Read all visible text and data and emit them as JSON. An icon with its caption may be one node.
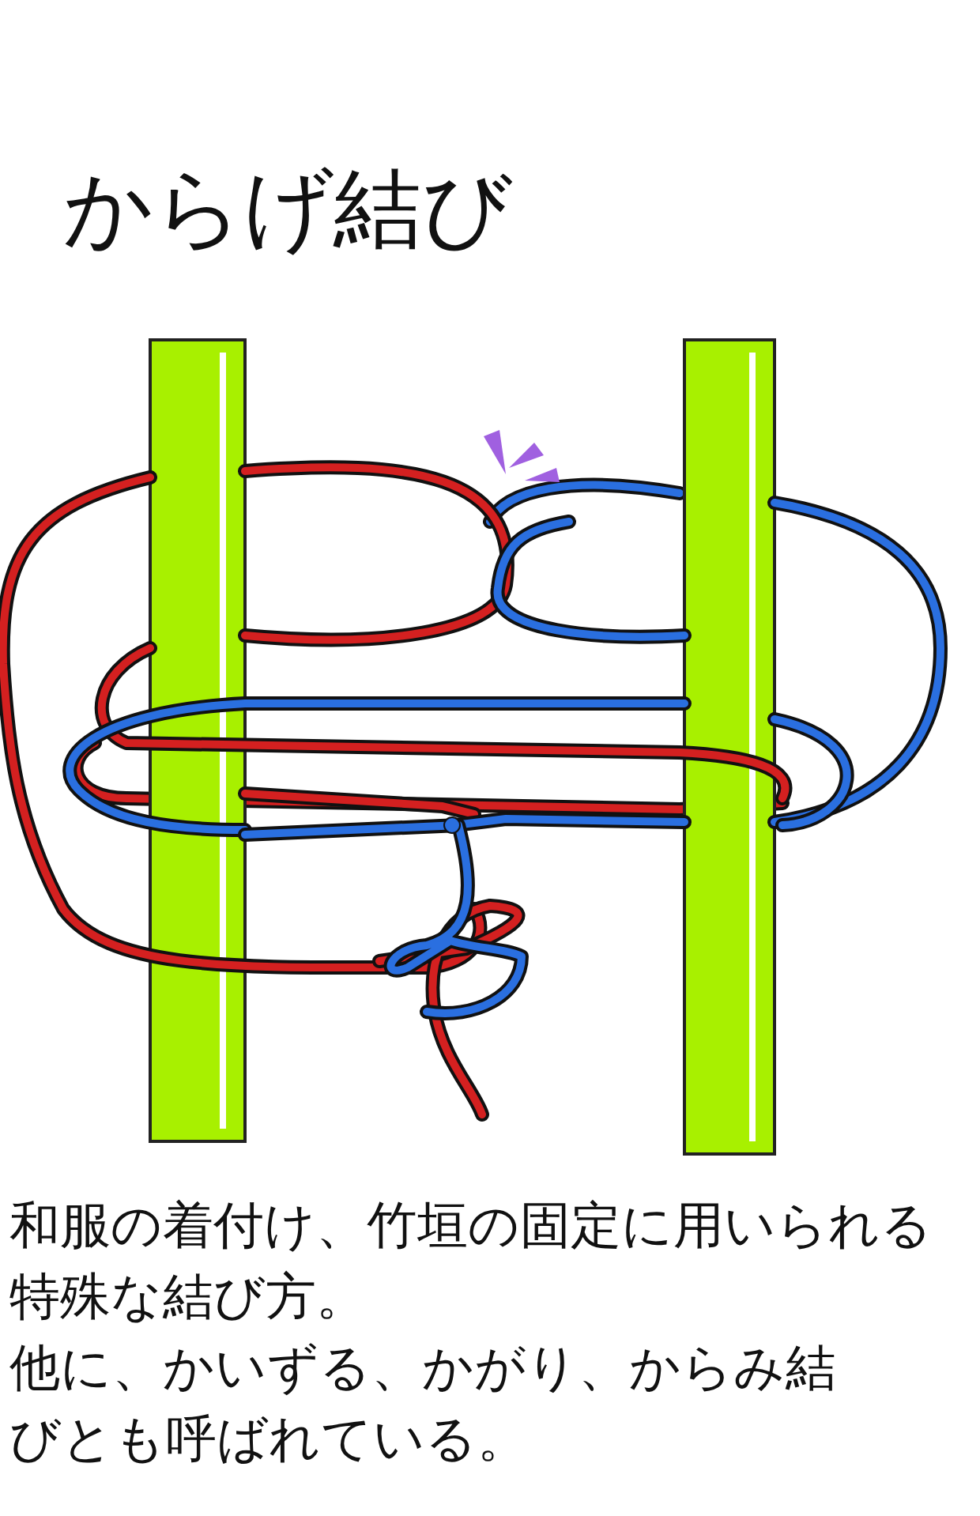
{
  "diagram": {
    "title": "からげ結び",
    "caption": "和服の着付け、竹垣の固定に用いられる特殊な結び方。",
    "labels": [
      "他に、かいずる、かがり、からみ結びとも呼ばれている。"
    ]
  }
}
